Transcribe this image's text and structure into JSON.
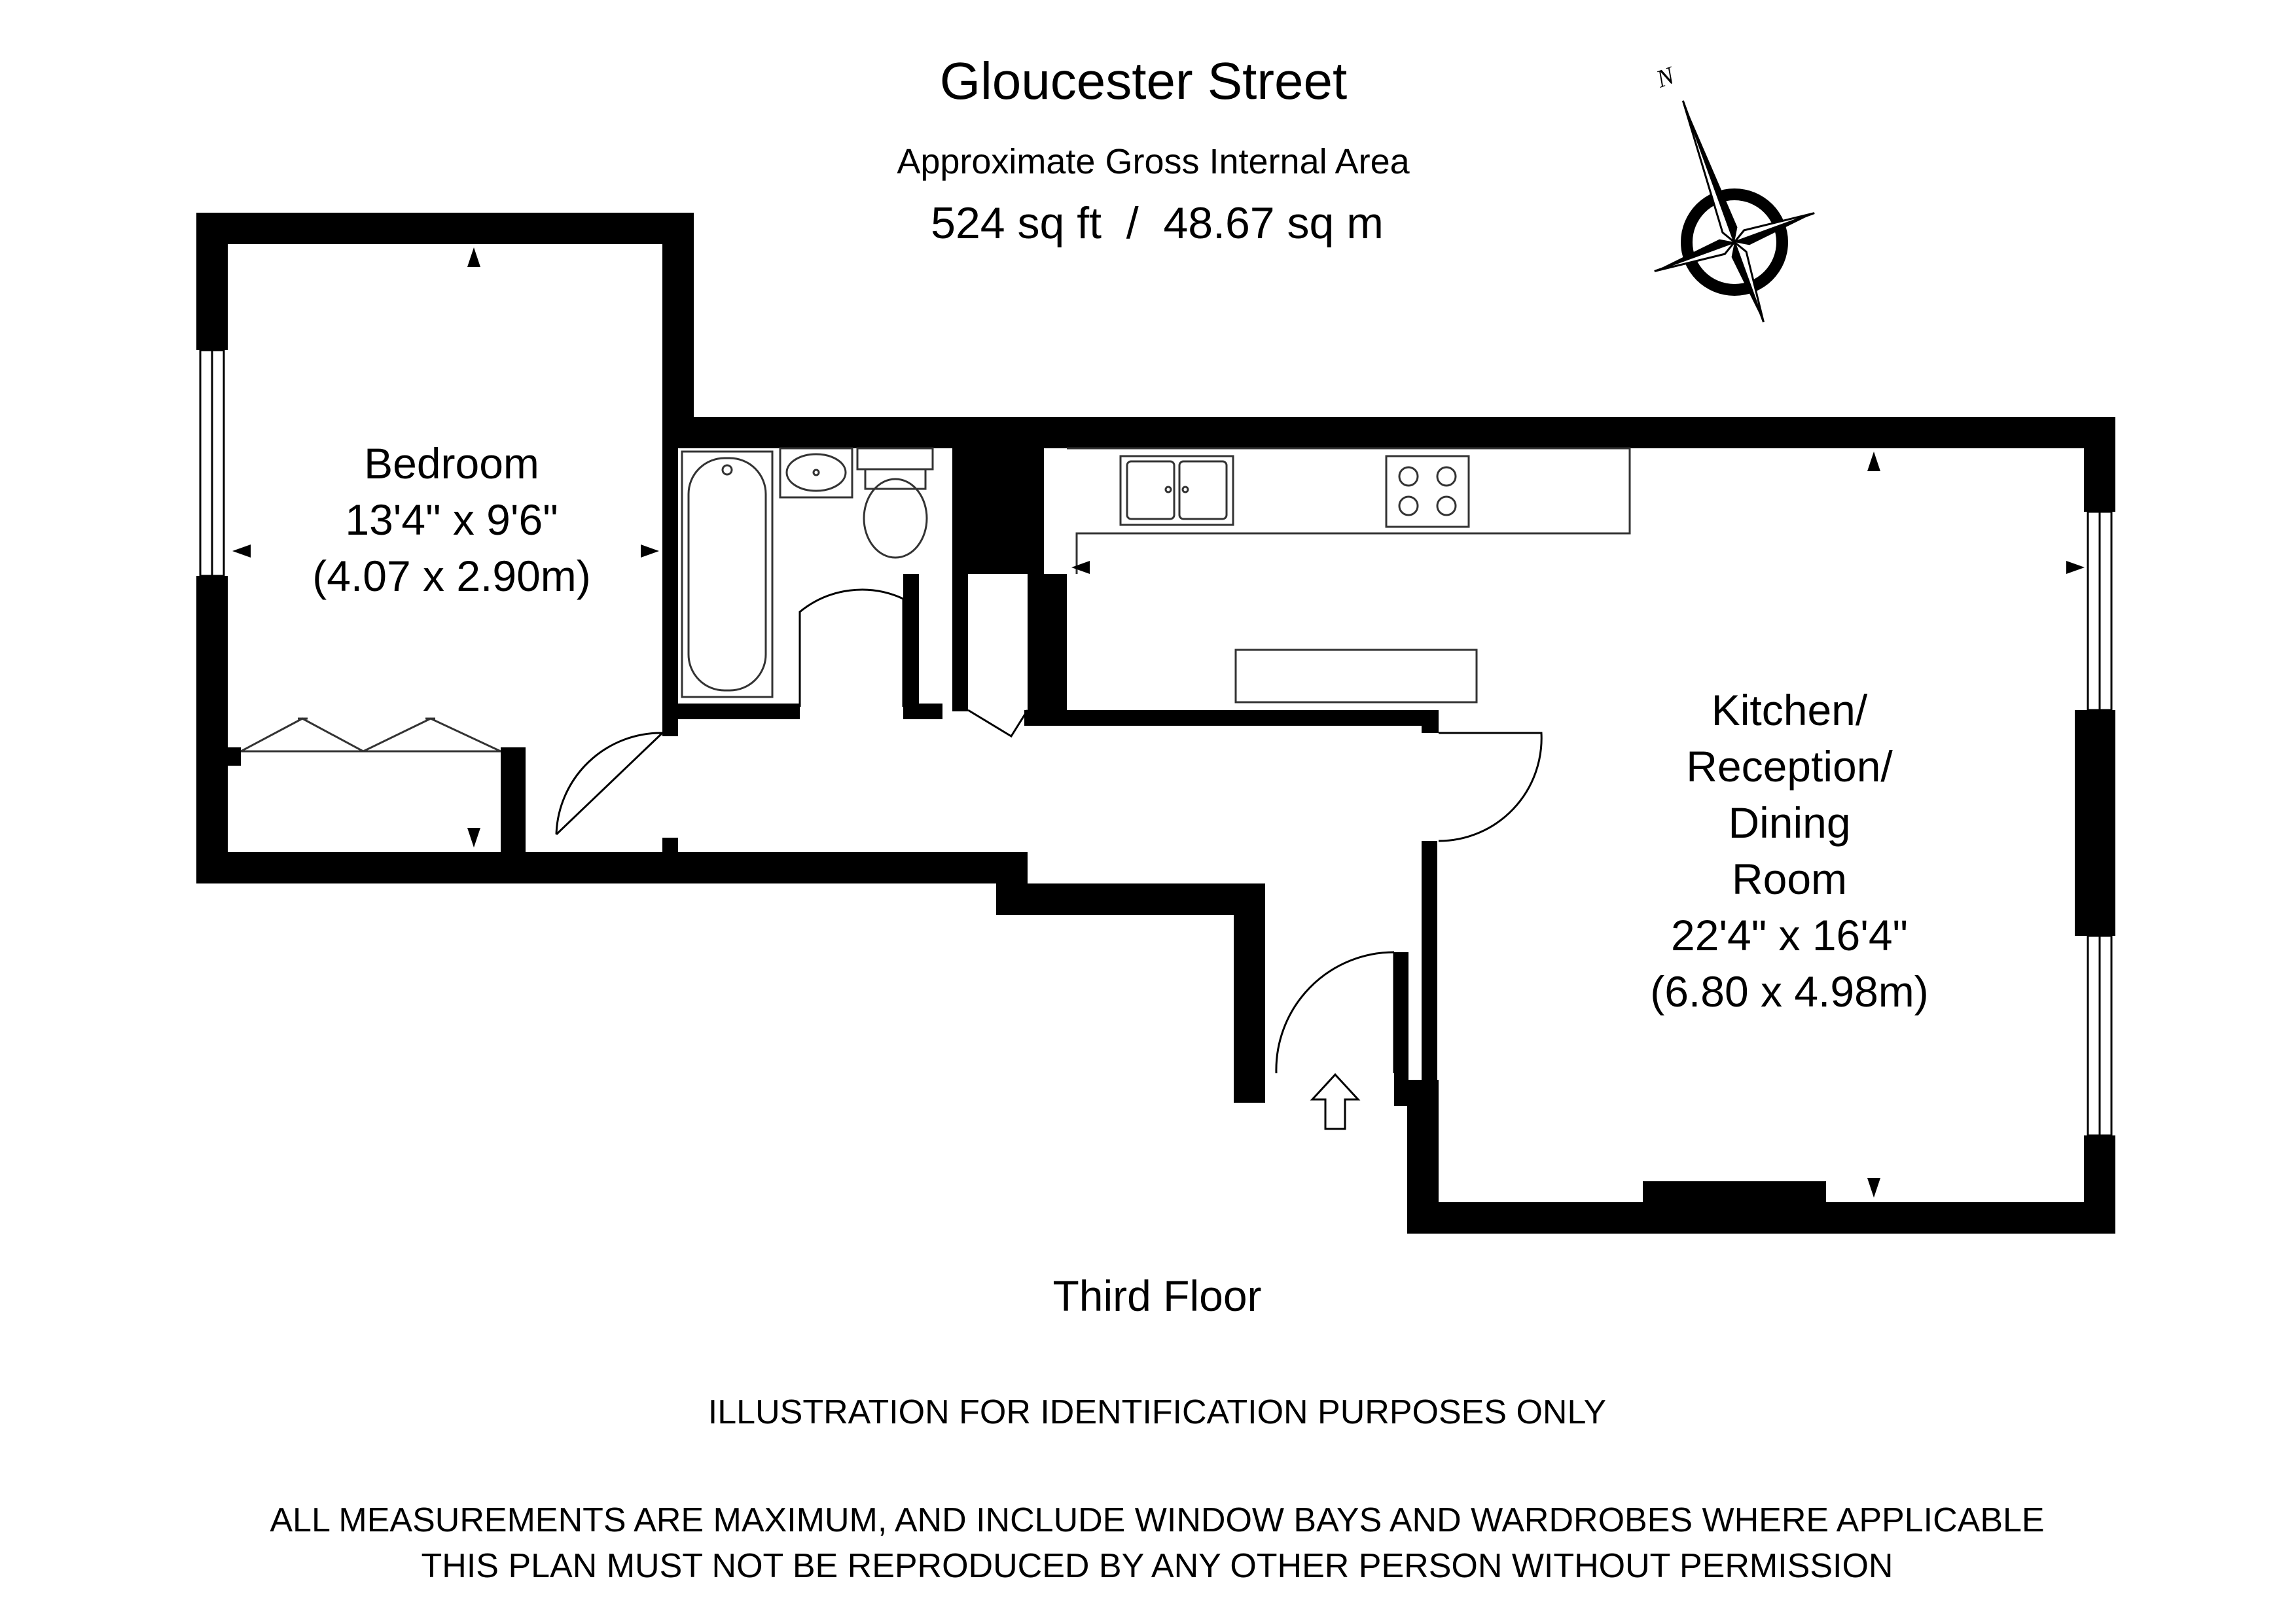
{
  "header": {
    "title": "Gloucester Street",
    "area_label": "Approximate Gross Internal Area",
    "area_value": "524 sq ft  /  48.67 sq m"
  },
  "compass": {
    "north_label": "N"
  },
  "rooms": {
    "bedroom": {
      "name": "Bedroom",
      "imperial": "13'4\" x 9'6\"",
      "metric": "(4.07 x 2.90m)"
    },
    "kitchen": {
      "name_line1": "Kitchen/",
      "name_line2": "Reception/",
      "name_line3": "Dining",
      "name_line4": "Room",
      "imperial": "22'4\" x 16'4\"",
      "metric": "(6.80 x 4.98m)"
    }
  },
  "floor_label": "Third Floor",
  "disclaimers": {
    "line1": "ILLUSTRATION FOR IDENTIFICATION PURPOSES ONLY",
    "line2": "ALL MEASUREMENTS ARE MAXIMUM, AND INCLUDE WINDOW BAYS AND WARDROBES WHERE APPLICABLE",
    "line3": "THIS PLAN MUST NOT BE REPRODUCED BY ANY OTHER PERSON WITHOUT PERMISSION"
  },
  "colors": {
    "wall": "#000000",
    "background": "#ffffff",
    "fixture_stroke": "#333333"
  }
}
